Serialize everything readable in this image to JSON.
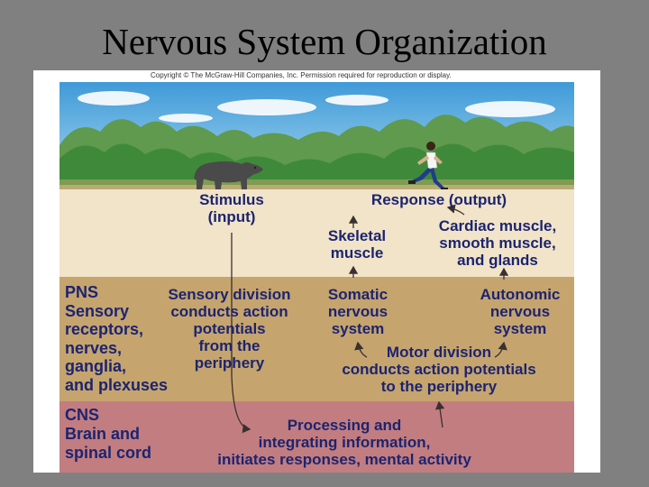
{
  "title": "Nervous System Organization",
  "copyright": "Copyright © The McGraw-Hill Companies, Inc. Permission required for reproduction or display.",
  "colors": {
    "slide_bg": "#808080",
    "sand_band": "#f1e4c8",
    "tan_band": "#c5a46e",
    "rose_band": "#c27d80",
    "label_text": "#1c2470",
    "arrow": "#3a3030"
  },
  "labels": {
    "stimulus": "Stimulus\n(input)",
    "response": "Response (output)",
    "skeletal": "Skeletal\nmuscle",
    "cardiac": "Cardiac muscle,\nsmooth muscle,\nand glands",
    "pns": "PNS\nSensory\nreceptors,\nnerves,\nganglia,\nand plexuses",
    "sensory": "Sensory division\nconducts action\npotentials\nfrom the\nperiphery",
    "somatic": "Somatic\nnervous\nsystem",
    "autonomic": "Autonomic\nnervous\nsystem",
    "motor": "Motor division\nconducts action potentials\nto the periphery",
    "cns": "CNS\nBrain and\nspinal cord",
    "processing": "Processing and\nintegrating information,\ninitiates responses, mental activity"
  },
  "icons": [
    "bear-icon",
    "running-person-icon"
  ]
}
